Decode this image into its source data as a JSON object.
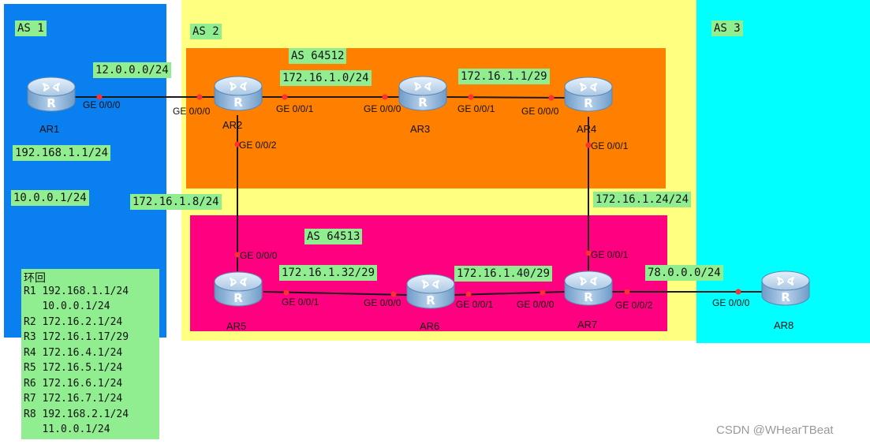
{
  "regions": {
    "as1": "AS 1",
    "as2": "AS 2",
    "as3": "AS 3",
    "as64512": "AS 64512",
    "as64513": "AS 64513"
  },
  "routers": {
    "ar1": "AR1",
    "ar2": "AR2",
    "ar3": "AR3",
    "ar4": "AR4",
    "ar5": "AR5",
    "ar6": "AR6",
    "ar7": "AR7",
    "ar8": "AR8"
  },
  "networks": {
    "n_12": "12.0.0.0/24",
    "n_ar2_ar3": "172.16.1.0/24",
    "n_ar3_ar4": "172.16.1.1/29",
    "n_ar2_ar5": "172.16.1.8/24",
    "n_ar4_ar7": "172.16.1.24/24",
    "n_ar5_ar6": "172.16.1.32/29",
    "n_ar6_ar7": "172.16.1.40/29",
    "n_78": "78.0.0.0/24",
    "as1_net1": "192.168.1.1/24",
    "as1_net2": "10.0.0.1/24"
  },
  "ports": {
    "ar1_g000": "GE 0/0/0",
    "ar2_g000": "GE 0/0/0",
    "ar2_g001": "GE 0/0/1",
    "ar2_g002": "GE 0/0/2",
    "ar3_g000": "GE 0/0/0",
    "ar3_g001": "GE 0/0/1",
    "ar4_g000": "GE 0/0/0",
    "ar4_g001": "GE 0/0/1",
    "ar5_g000": "GE 0/0/0",
    "ar5_g001": "GE 0/0/1",
    "ar6_g000": "GE 0/0/0",
    "ar6_g001": "GE 0/0/1",
    "ar7_g001": "GE 0/0/1",
    "ar7_g000": "GE 0/0/0",
    "ar7_g002": "GE 0/0/2",
    "ar8_g000": "GE 0/0/0"
  },
  "loopback": {
    "title": "环回",
    "rows": [
      "R1 192.168.1.1/24",
      "   10.0.0.1/24",
      "R2 172.16.2.1/24",
      "R3 172.16.1.17/29",
      "R4 172.16.4.1/24",
      "R5 172.16.5.1/24",
      "R6 172.16.6.1/24",
      "R7 172.16.7.1/24",
      "R8 192.168.2.1/24",
      "   11.0.0.1/24"
    ]
  },
  "watermark": "CSDN @WHearTBeat",
  "colors": {
    "as1": "#0a7ff0",
    "as2": "#ffff80",
    "as3": "#00ffff",
    "as64512": "#ff8000",
    "as64513": "#ff0080",
    "label_bg": "#90ee90",
    "port_dot": "#ff3030"
  }
}
